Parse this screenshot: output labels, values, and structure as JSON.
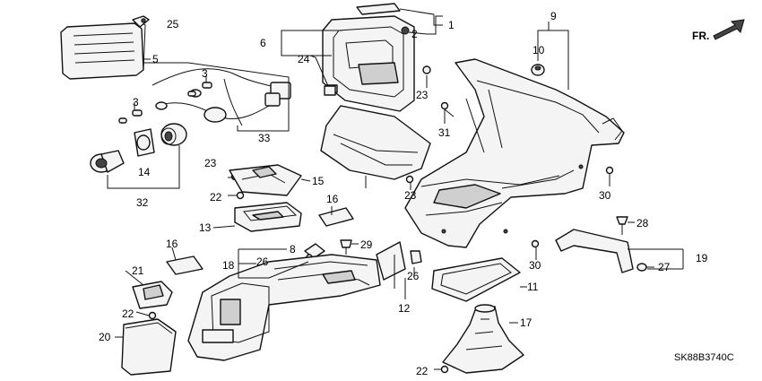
{
  "diagram": {
    "code": "SK88B3740C",
    "direction_label": "FR.",
    "callouts": [
      "1",
      "2",
      "3",
      "3",
      "5",
      "6",
      "8",
      "9",
      "10",
      "11",
      "12",
      "13",
      "14",
      "15",
      "16",
      "16",
      "17",
      "18",
      "19",
      "20",
      "21",
      "22",
      "22",
      "22",
      "23",
      "23",
      "23",
      "24",
      "25",
      "26",
      "26",
      "27",
      "28",
      "29",
      "30",
      "30",
      "31",
      "32",
      "33"
    ]
  }
}
